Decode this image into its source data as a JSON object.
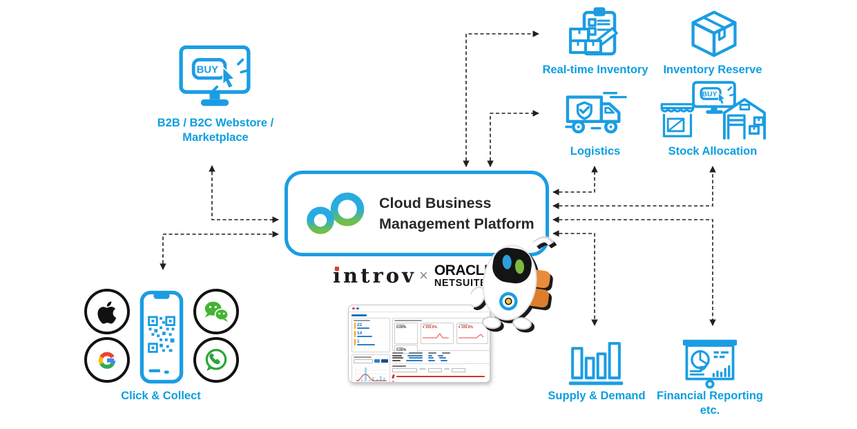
{
  "colors": {
    "accent_blue": "#1B9DE3",
    "label_blue": "#0C9FE0",
    "logo_blue": "#29ABE2",
    "logo_green": "#72BF44",
    "arrow_dark": "#231F20",
    "robot_orange": "#E88C3C",
    "introv_red": "#E8392F",
    "wechat_green": "#43B532",
    "whatsapp_green": "#2BA63C",
    "google_red": "#EA4335",
    "google_yellow": "#FBBC05",
    "google_green": "#34A853",
    "google_blue": "#4285F4"
  },
  "platform": {
    "title_line1": "Cloud Business",
    "title_line2": "Management Platform"
  },
  "partners": {
    "introv": "introv",
    "times": "×",
    "oracle": "ORACLE",
    "netsuite": "NETSUITE"
  },
  "webstore": {
    "line1": "B2B / B2C Webstore /",
    "line2": "Marketplace",
    "buy": "BUY"
  },
  "click_collect": {
    "label": "Click & Collect"
  },
  "right_nodes": {
    "realtime_inventory": "Real-time Inventory",
    "inventory_reserve": "Inventory Reserve",
    "logistics": "Logistics",
    "stock_allocation": "Stock Allocation",
    "stock_buy": "BUY",
    "supply_demand": "Supply & Demand",
    "financial_line1": "Financial Reporting",
    "financial_line2": "etc."
  },
  "dashboard": {
    "reminder_values": [
      "22",
      "14",
      "1"
    ],
    "kpi_values": [
      "0.00%",
      "0.00%"
    ],
    "alert_values": [
      "100.0%",
      "100.0%"
    ]
  }
}
